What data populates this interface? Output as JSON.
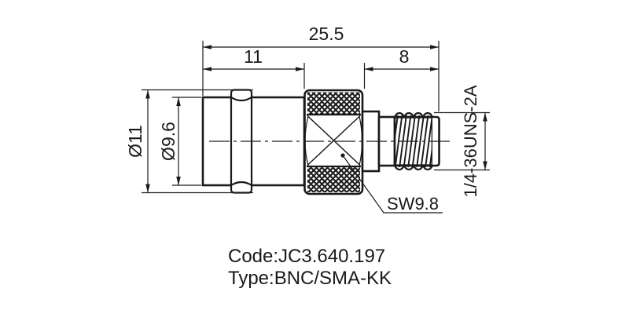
{
  "dimensions": {
    "overall_length": "25.5",
    "bnc_section_length": "11",
    "sma_section_length": "8",
    "outer_diameter": "Ø11",
    "front_diameter": "Ø9.6",
    "thread_spec": "1/4-36UNS-2A",
    "wrench_size": "SW9.8"
  },
  "caption": {
    "code_line": "Code:JC3.640.197",
    "type_line": "Type:BNC/SMA-KK"
  },
  "icons": {
    "diameter_symbol": "Ø"
  },
  "colors": {
    "line": "#1a1a1a",
    "background": "#ffffff"
  }
}
